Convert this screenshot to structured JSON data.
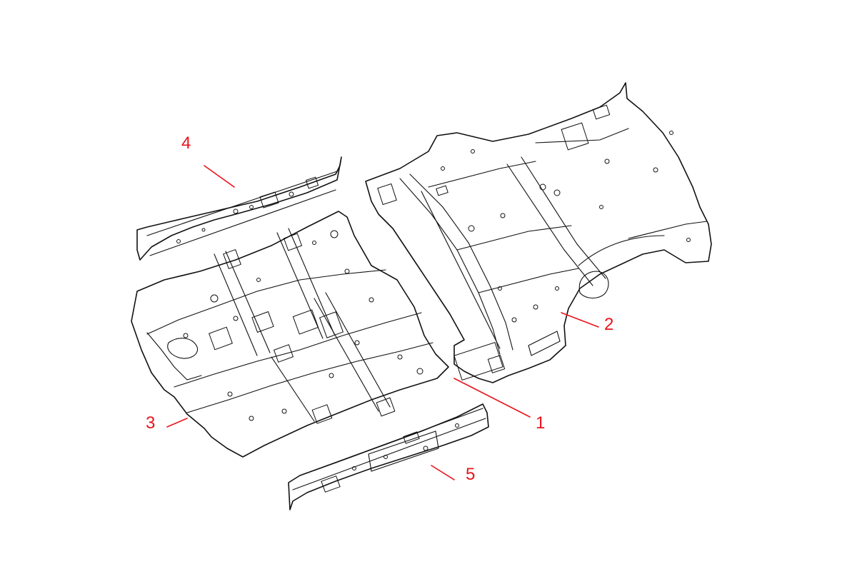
{
  "diagram": {
    "line_color": "#111111",
    "callout_color": "#e8141c",
    "callouts": [
      {
        "id": "1",
        "label": "1"
      },
      {
        "id": "2",
        "label": "2"
      },
      {
        "id": "3",
        "label": "3"
      },
      {
        "id": "4",
        "label": "4"
      },
      {
        "id": "5",
        "label": "5"
      }
    ]
  }
}
